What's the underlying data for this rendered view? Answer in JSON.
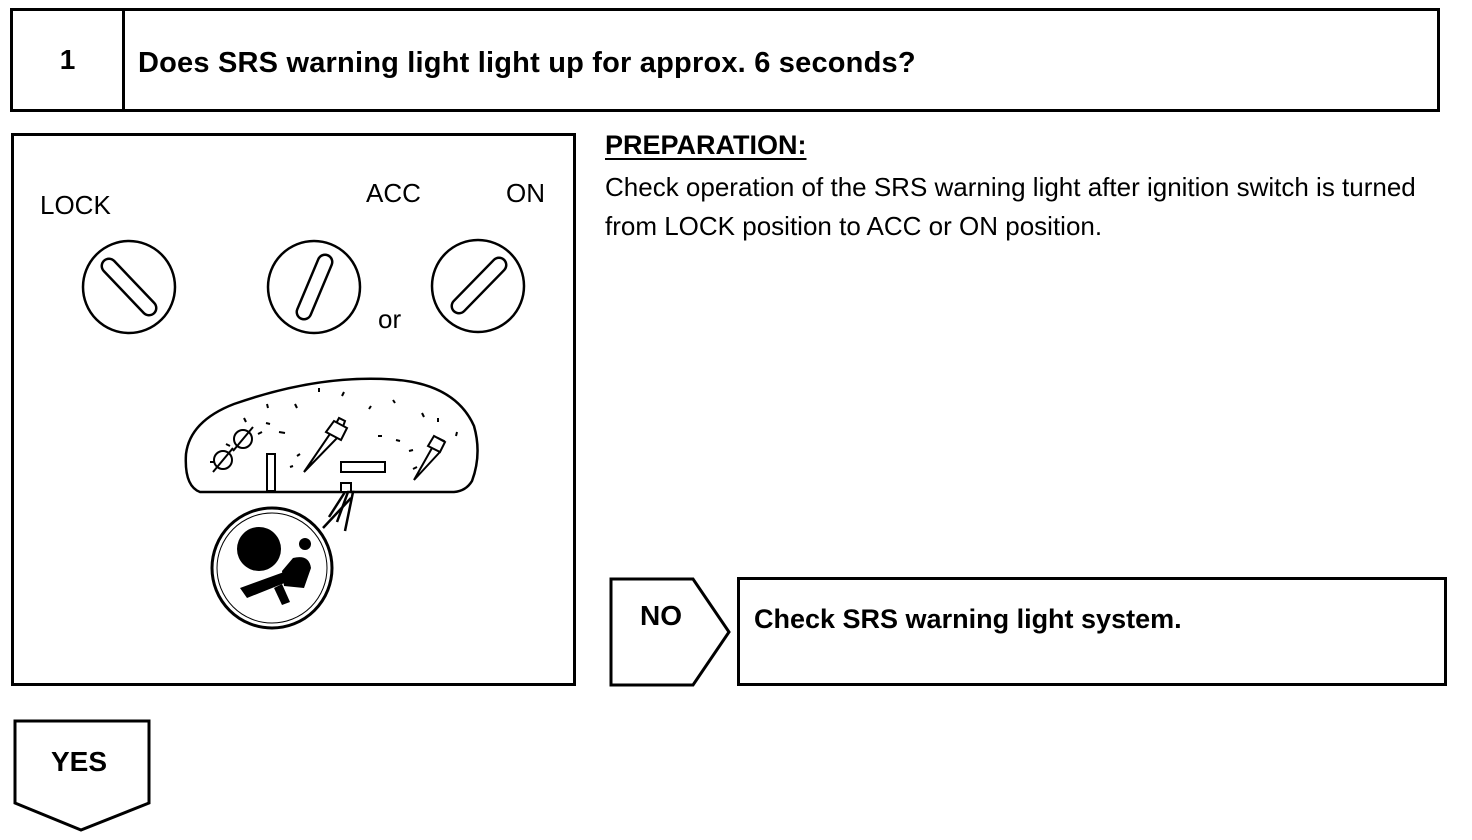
{
  "step": {
    "number": "1",
    "question": "Does SRS warning light light up for approx. 6 seconds?"
  },
  "illustration": {
    "lock_label": "LOCK",
    "acc_label": "ACC",
    "on_label": "ON",
    "or_label": "or"
  },
  "preparation": {
    "heading": "PREPARATION:",
    "text": "Check operation of the SRS warning light after ignition switch is turned from LOCK position to ACC or ON position."
  },
  "result_no": {
    "label": "NO",
    "action": "Check SRS warning light system."
  },
  "result_yes": {
    "label": "YES"
  }
}
